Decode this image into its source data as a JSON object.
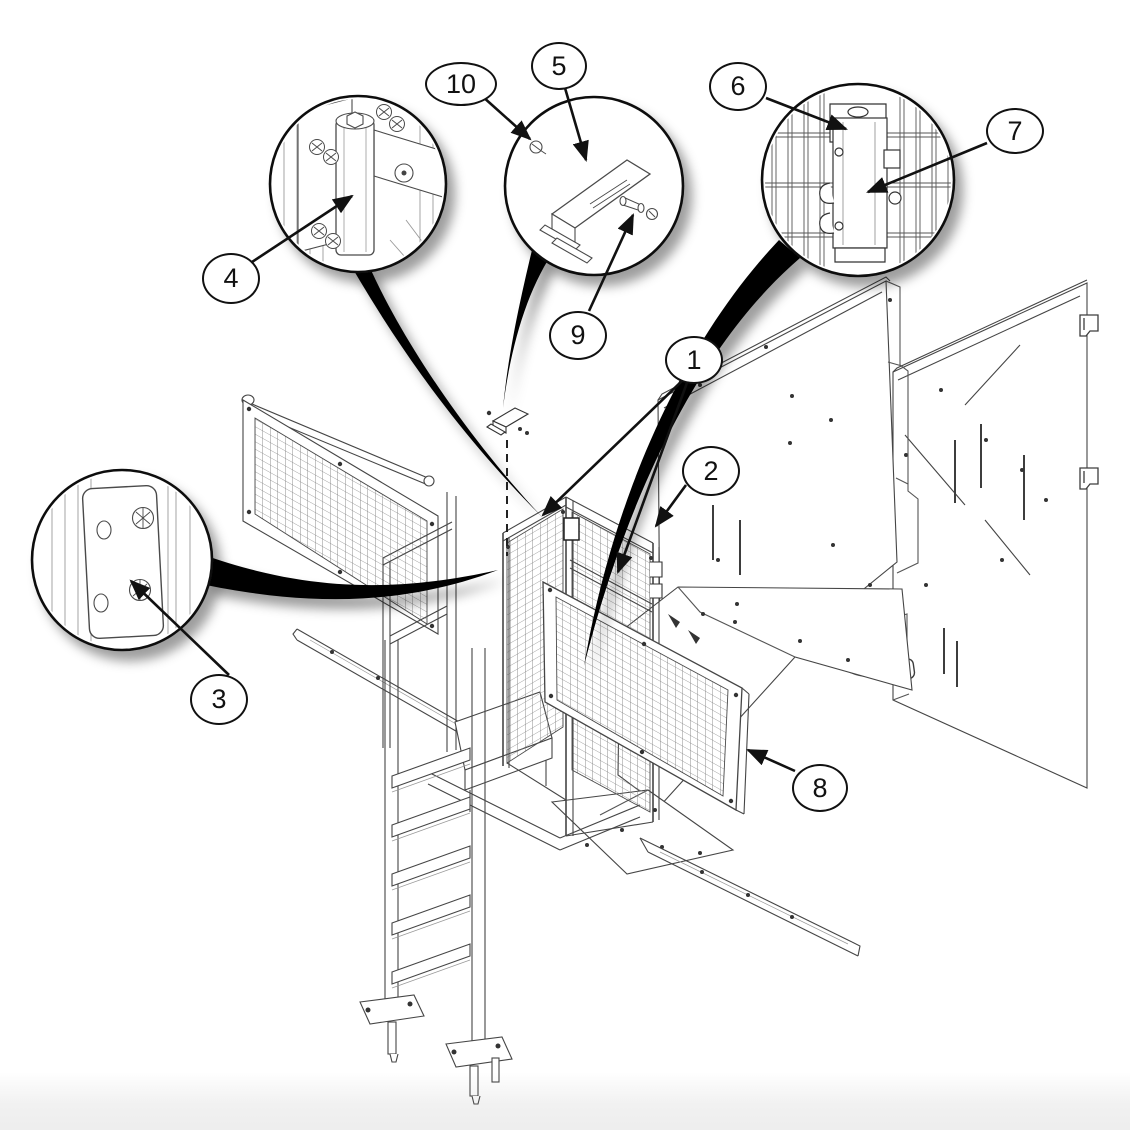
{
  "diagram": {
    "kind": "exploded-parts-assembly-diagram",
    "background": "#ffffff",
    "colors": {
      "ink": "#111111",
      "line_art": "#454545",
      "mesh": "#767676",
      "swoosh": "#000000",
      "shadow": "#9a9a9a",
      "floor_band": "#e9e9e9"
    },
    "callouts": [
      {
        "label": "1"
      },
      {
        "label": "2"
      },
      {
        "label": "3"
      },
      {
        "label": "4"
      },
      {
        "label": "5"
      },
      {
        "label": "6"
      },
      {
        "label": "7"
      },
      {
        "label": "8"
      },
      {
        "label": "9"
      },
      {
        "label": "10"
      }
    ]
  }
}
